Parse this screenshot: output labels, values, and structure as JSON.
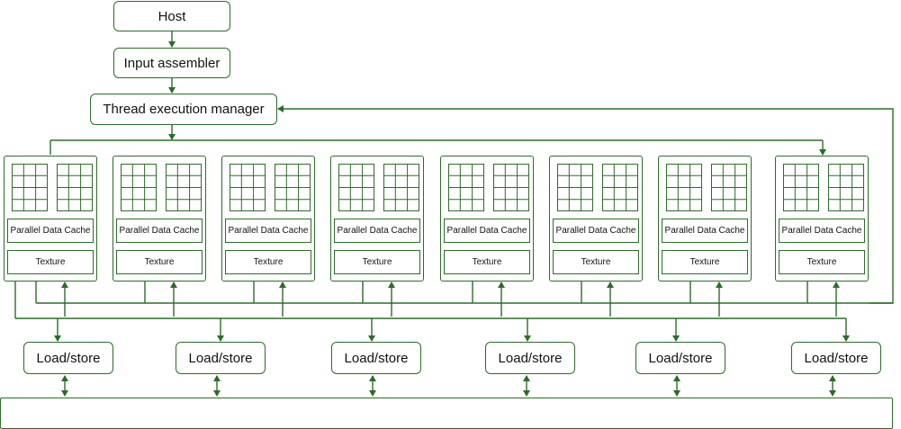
{
  "labels": {
    "host": "Host",
    "input_assembler": "Input assembler",
    "thread_execution_manager": "Thread execution manager",
    "parallel_data_cache": "Parallel Data Cache",
    "texture": "Texture",
    "load_store": "Load/store"
  },
  "colors": {
    "line": "#2e6b2a",
    "background": "#ffffff"
  },
  "streaming_multiprocessor_count": 8,
  "load_store_unit_count": 6
}
